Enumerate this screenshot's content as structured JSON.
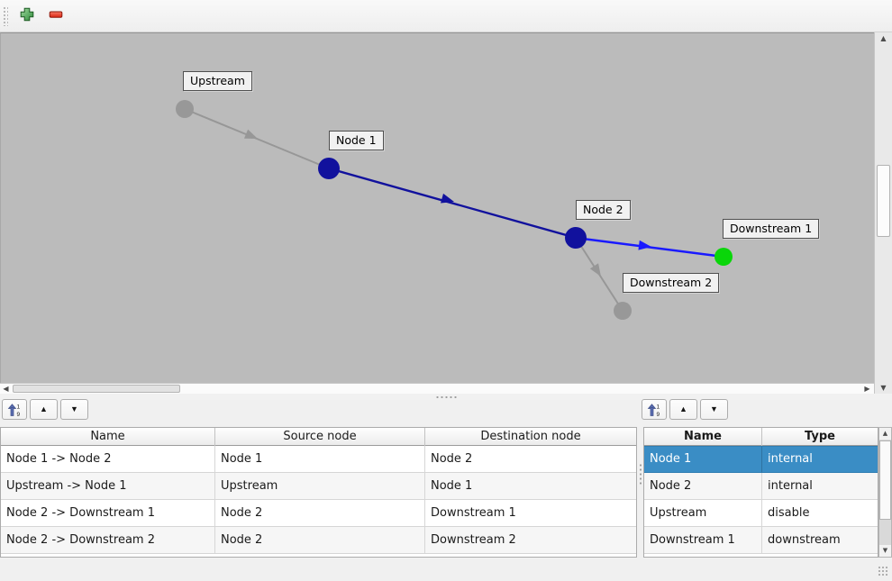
{
  "toolbar": {
    "add_icon": "plus-icon",
    "remove_icon": "minus-icon"
  },
  "icons": {
    "up": "▲",
    "down": "▼",
    "left": "◀",
    "right": "▶",
    "sort_one": "1",
    "sort_nine": "9"
  },
  "graph": {
    "canvas_color": "#bbbbbb",
    "nodes": [
      {
        "label": "Upstream",
        "type": "disable",
        "color": "#989898"
      },
      {
        "label": "Node 1",
        "type": "internal",
        "color": "#11119d"
      },
      {
        "label": "Node 2",
        "type": "internal",
        "color": "#11119d"
      },
      {
        "label": "Downstream 1",
        "type": "downstream",
        "color": "#0ad60a"
      },
      {
        "label": "Downstream 2",
        "type": "downstream",
        "color": "#989898"
      }
    ],
    "edge_colors": {
      "inactive": "#979797",
      "internal": "#11119d",
      "active": "#1a1aff"
    }
  },
  "edges_table": {
    "headers": [
      "Name",
      "Source node",
      "Destination node"
    ],
    "rows": [
      [
        "Node 1 -> Node 2",
        "Node 1",
        "Node 2"
      ],
      [
        "Upstream -> Node 1",
        "Upstream",
        "Node 1"
      ],
      [
        "Node 2 -> Downstream 1",
        "Node 2",
        "Downstream 1"
      ],
      [
        "Node 2 -> Downstream 2",
        "Node 2",
        "Downstream 2"
      ]
    ]
  },
  "nodes_table": {
    "headers": [
      "Name",
      "Type"
    ],
    "rows": [
      [
        "Node 1",
        "internal"
      ],
      [
        "Node 2",
        "internal"
      ],
      [
        "Upstream",
        "disable"
      ],
      [
        "Downstream 1",
        "downstream"
      ]
    ],
    "selected_index": 0,
    "selection_color": "#3a8dc5"
  }
}
